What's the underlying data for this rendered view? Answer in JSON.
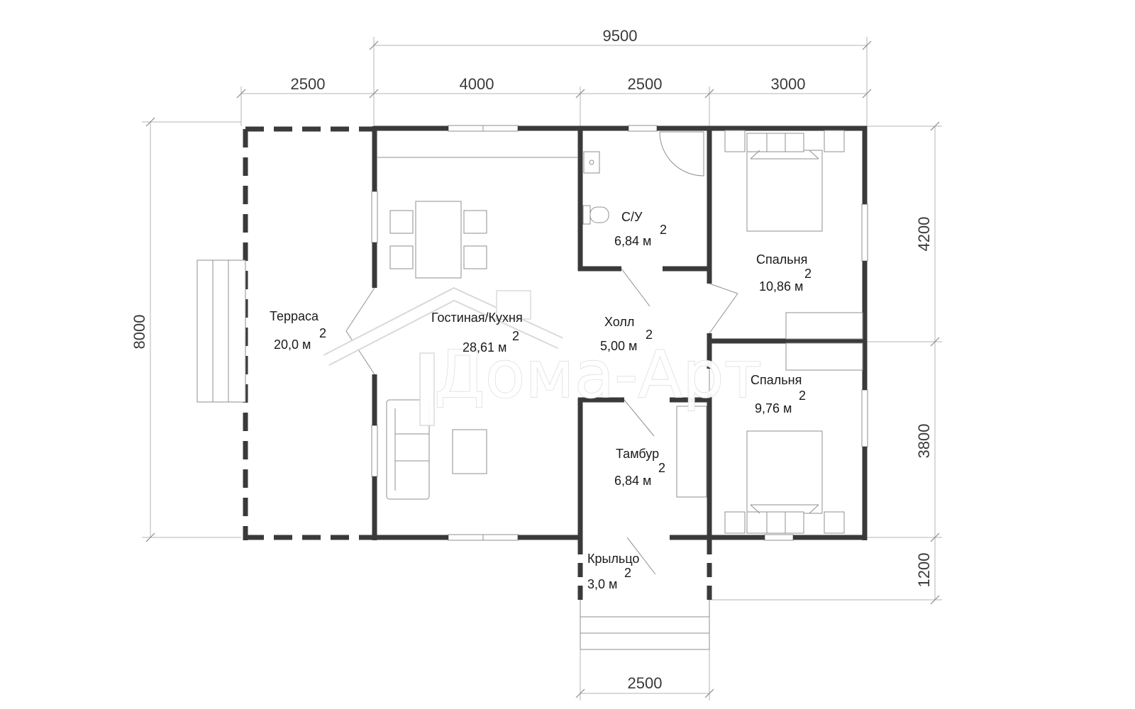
{
  "dimensions": {
    "overall_width": "9500",
    "terrace_width": "2500",
    "living_width": "4000",
    "bath_width": "2500",
    "bedroom_width": "3000",
    "overall_depth": "8000",
    "bedroom1_depth": "4200",
    "bedroom2_depth": "3800",
    "porch_depth": "1200",
    "porch_width": "2500"
  },
  "rooms": [
    {
      "id": "terrace",
      "name": "Терраса",
      "area": "20,0 м",
      "sup": "2"
    },
    {
      "id": "living",
      "name": "Гостиная/Кухня",
      "area": "28,61 м",
      "sup": "2"
    },
    {
      "id": "bathroom",
      "name": "С/У",
      "area": "6,84 м",
      "sup": "2"
    },
    {
      "id": "hall",
      "name": "Холл",
      "area": "5,00  м",
      "sup": "2"
    },
    {
      "id": "bedroom1",
      "name": "Спальня",
      "area": "10,86 м",
      "sup": "2"
    },
    {
      "id": "bedroom2",
      "name": "Спальня",
      "area": "9,76 м",
      "sup": "2"
    },
    {
      "id": "vestibule",
      "name": "Тамбур",
      "area": "6,84 м",
      "sup": "2"
    },
    {
      "id": "porch",
      "name": "Крыльцо",
      "area": "3,0 м",
      "sup": "2"
    }
  ],
  "watermark": "Дома-Арт",
  "colors": {
    "wall": "#3a3a3a",
    "dimension_line": "#b5b5b5",
    "furniture": "#8f8f8f"
  }
}
